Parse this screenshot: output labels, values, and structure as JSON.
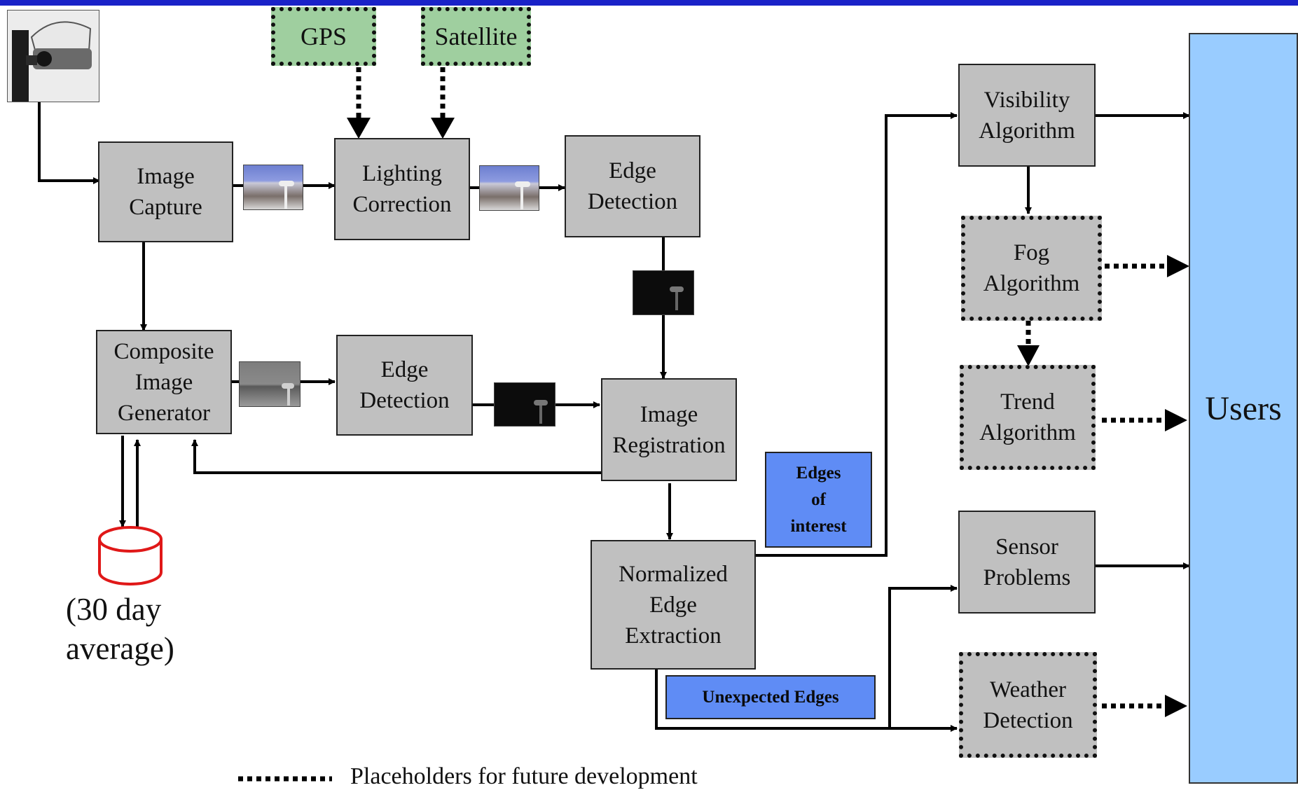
{
  "camera": {
    "icon": "camera-icon"
  },
  "inputs": {
    "gps": "GPS",
    "satellite": "Satellite"
  },
  "boxes": {
    "image_capture": "Image\nCapture",
    "lighting_correction": "Lighting\nCorrection",
    "edge_detection_top": "Edge\nDetection",
    "composite_image_generator": "Composite\nImage\nGenerator",
    "edge_detection_mid": "Edge\nDetection",
    "image_registration": "Image\nRegistration",
    "normalized_edge_extraction": "Normalized\nEdge\nExtraction",
    "visibility_algorithm": "Visibility\nAlgorithm",
    "fog_algorithm": "Fog\nAlgorithm",
    "trend_algorithm": "Trend\nAlgorithm",
    "sensor_problems": "Sensor\nProblems",
    "weather_detection": "Weather\nDetection",
    "users": "Users"
  },
  "labels": {
    "edges_of_interest": "Edges\nof\ninterest",
    "unexpected_edges": "Unexpected Edges"
  },
  "database": {
    "caption": "(30 day\naverage)",
    "icon": "database-icon"
  },
  "legend": {
    "text": "Placeholders for future development"
  },
  "colors": {
    "topbar": "#1a22c8",
    "box": "#c0c0c0",
    "input": "#9fcf9f",
    "label": "#5f8cf5",
    "users": "#99ccff",
    "database": "#e01818"
  }
}
